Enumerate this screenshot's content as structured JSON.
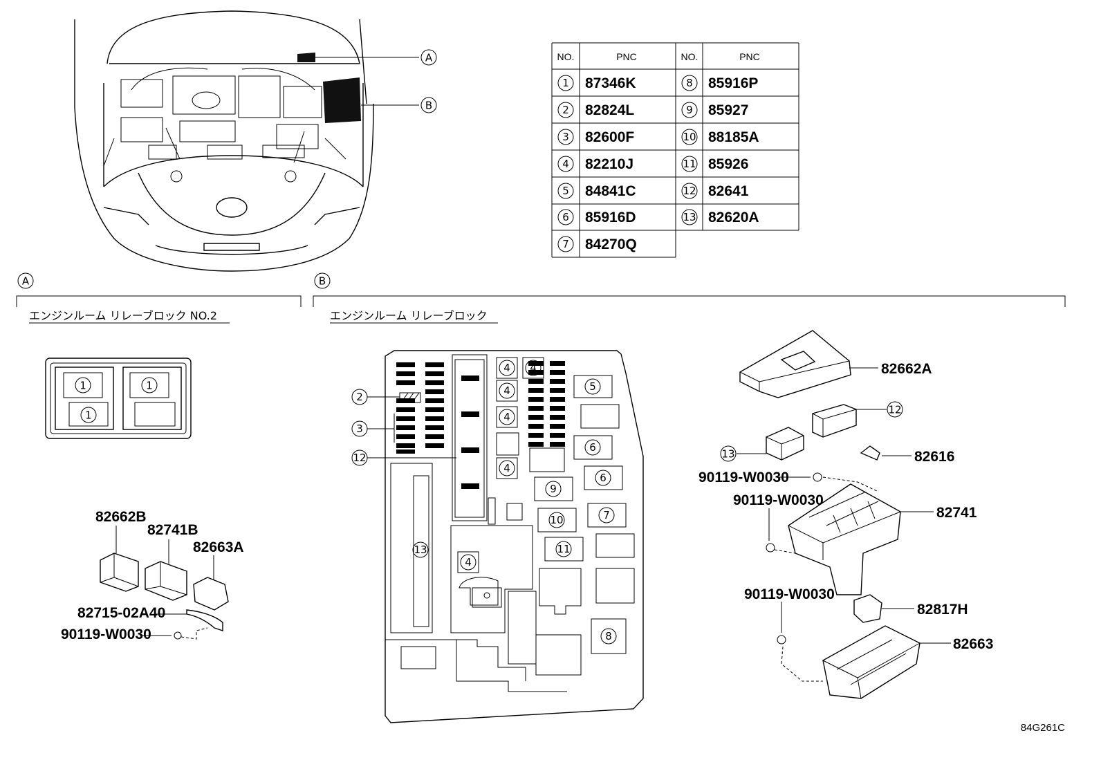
{
  "callouts": {
    "A": "A",
    "B": "B"
  },
  "pnc_table": {
    "headers": [
      "NO.",
      "PNC",
      "NO.",
      "PNC"
    ],
    "rows": [
      {
        "no": "1",
        "pnc": "87346K"
      },
      {
        "no": "2",
        "pnc": "82824L"
      },
      {
        "no": "3",
        "pnc": "82600F"
      },
      {
        "no": "4",
        "pnc": "82210J"
      },
      {
        "no": "5",
        "pnc": "84841C"
      },
      {
        "no": "6",
        "pnc": "85916D"
      },
      {
        "no": "7",
        "pnc": "84270Q"
      },
      {
        "no": "8",
        "pnc": "85916P"
      },
      {
        "no": "9",
        "pnc": "85927"
      },
      {
        "no": "10",
        "pnc": "88185A"
      },
      {
        "no": "11",
        "pnc": "85926"
      },
      {
        "no": "12",
        "pnc": "82641"
      },
      {
        "no": "13",
        "pnc": "82620A"
      }
    ]
  },
  "section_a": {
    "title": "エンジンルーム リレーブロック NO.2",
    "box_labels": [
      "1",
      "1",
      "1"
    ],
    "parts": [
      "82662B",
      "82741B",
      "82663A",
      "82715-02A40",
      "90119-W0030"
    ]
  },
  "section_b": {
    "title": "エンジンルーム リレーブロック",
    "block_labels": [
      "2",
      "3",
      "12",
      "4",
      "4",
      "4",
      "4",
      "4",
      "4",
      "5",
      "6",
      "6",
      "7",
      "8",
      "9",
      "10",
      "11",
      "13"
    ],
    "parts": [
      "82662A",
      "12",
      "82616",
      "13",
      "90119-W0030",
      "82741",
      "90119-W0030",
      "90119-W0030",
      "82817H",
      "82663"
    ]
  },
  "figure_code": "84G261C"
}
